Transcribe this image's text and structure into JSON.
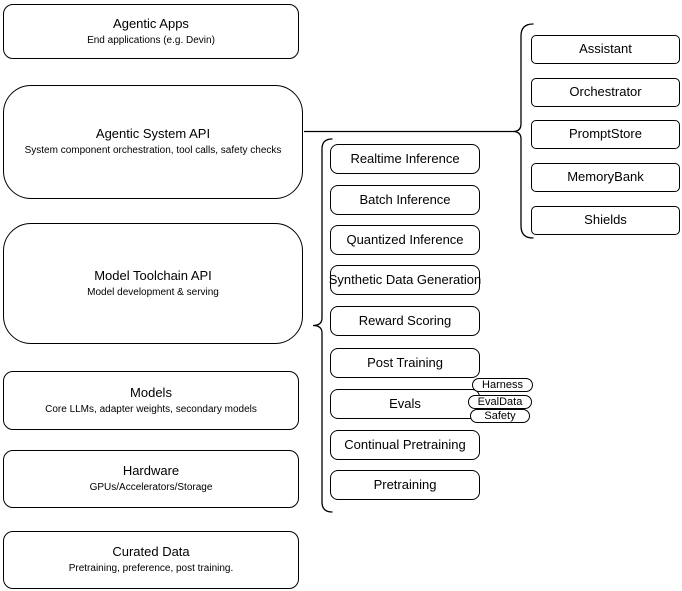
{
  "colors": {
    "stroke": "#000000",
    "fill": "#ffffff",
    "background": "#ffffff"
  },
  "stack": [
    {
      "title": "Agentic Apps",
      "subtitle": "End applications (e.g. Devin)"
    },
    {
      "title": "Agentic System API",
      "subtitle": "System component orchestration, tool calls, safety checks"
    },
    {
      "title": "Model Toolchain API",
      "subtitle": "Model development & serving"
    },
    {
      "title": "Models",
      "subtitle": "Core LLMs, adapter weights, secondary models"
    },
    {
      "title": "Hardware",
      "subtitle": "GPUs/Accelerators/Storage"
    },
    {
      "title": "Curated Data",
      "subtitle": "Pretraining, preference, post training."
    }
  ],
  "toolchain": {
    "items": [
      "Realtime Inference",
      "Batch Inference",
      "Quantized Inference",
      "Synthetic Data Generation",
      "Reward Scoring",
      "Post Training",
      "Evals",
      "Continual Pretraining",
      "Pretraining"
    ]
  },
  "eval_tags": [
    "Harness",
    "EvalData",
    "Safety"
  ],
  "system_components": [
    "Assistant",
    "Orchestrator",
    "PromptStore",
    "MemoryBank",
    "Shields"
  ]
}
